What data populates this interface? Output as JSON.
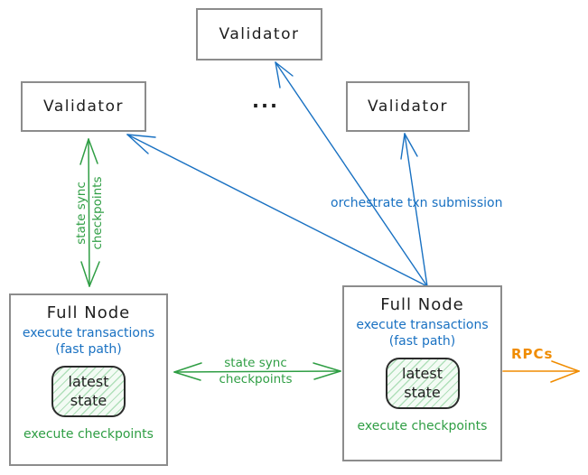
{
  "validators": [
    {
      "position": "top",
      "label": "Validator"
    },
    {
      "position": "left",
      "label": "Validator"
    },
    {
      "position": "right",
      "label": "Validator"
    }
  ],
  "ellipsis": "...",
  "full_node": {
    "title": "Full Node",
    "fast_path_line1": "execute transactions",
    "fast_path_line2": "(fast path)",
    "state_line1": "latest",
    "state_line2": "state",
    "footer": "execute checkpoints"
  },
  "edges": {
    "state_sync_vertical": {
      "line1": "state sync",
      "line2": "checkpoints",
      "color": "#2f9e44"
    },
    "state_sync_horizontal": {
      "line1": "state sync",
      "line2": "checkpoints",
      "color": "#2f9e44"
    },
    "orchestrate": {
      "label": "orchestrate txn submission",
      "color": "#1971c2"
    },
    "rpcs": {
      "label": "RPCs",
      "color": "#f08c00"
    }
  },
  "colors": {
    "text": "#1e1e1e",
    "box_border": "#8c8c8c",
    "blue": "#1971c2",
    "green": "#2f9e44",
    "orange": "#f08c00",
    "state_fill": "#f3fbf4"
  }
}
